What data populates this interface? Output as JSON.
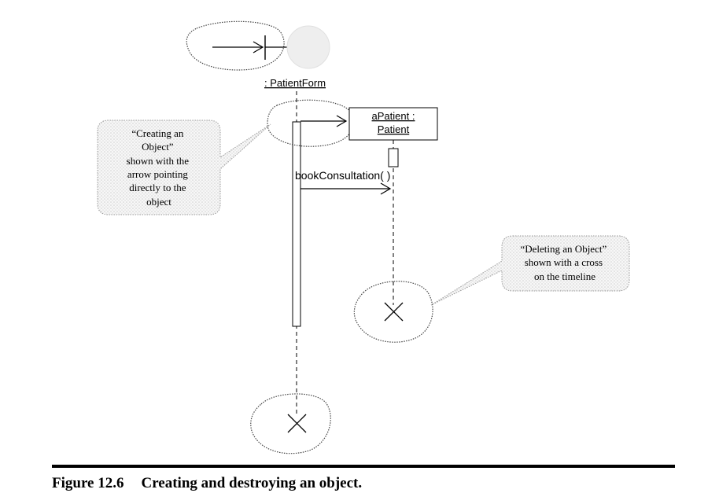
{
  "objects": {
    "patient_form": {
      "label": ": PatientForm"
    },
    "a_patient": {
      "line1": "aPatient :",
      "line2": "Patient"
    }
  },
  "messages": {
    "book_consultation": "bookConsultation( )"
  },
  "notes": {
    "creating": [
      "“Creating an",
      "Object”",
      "shown with the",
      "arrow pointing",
      "directly to the",
      "object"
    ],
    "deleting": [
      "“Deleting an Object”",
      "shown with a cross",
      "on the timeline"
    ]
  },
  "caption": {
    "number": "Figure 12.6",
    "text": "Creating and destroying an object."
  }
}
